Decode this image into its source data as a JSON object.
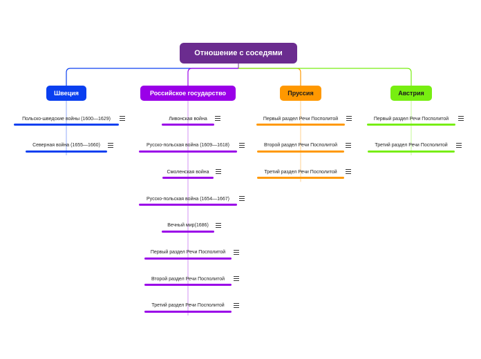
{
  "root": {
    "label": "Отношение с соседями",
    "color": "#6b2c8f"
  },
  "branches": [
    {
      "label": "Швеция",
      "color": "#0a3ff0",
      "text_color": "#ffffff",
      "leaves": [
        "Польско-шведские войны (1600—1629)",
        "Северная война (1655—1660)"
      ]
    },
    {
      "label": "Российское государство",
      "color": "#9a00e8",
      "text_color": "#ffffff",
      "leaves": [
        "Ливонская война",
        "Русско-польская война (1609—1618)",
        "Смоленская война",
        "Русско-польская война (1654—1667)",
        "Вечный мир(1686)",
        "Первый раздел Речи Посполитой",
        "Второй раздел Речи Посполитой",
        "Третий раздел Речи Посполитой"
      ]
    },
    {
      "label": "Пруссия",
      "color": "#ff9800",
      "text_color": "#1a1a1a",
      "leaves": [
        "Первый раздел Речи Посполитой",
        "Второй раздел Речи Посполитой",
        "Третий раздел Речи Посполитой"
      ]
    },
    {
      "label": "Австрия",
      "color": "#77ee11",
      "text_color": "#1a1a1a",
      "leaves": [
        "Первый раздел Речи Посполитой",
        "Третий раздел Речи Посполитой"
      ]
    }
  ],
  "icons": {
    "leaf_menu": "menu-icon"
  }
}
